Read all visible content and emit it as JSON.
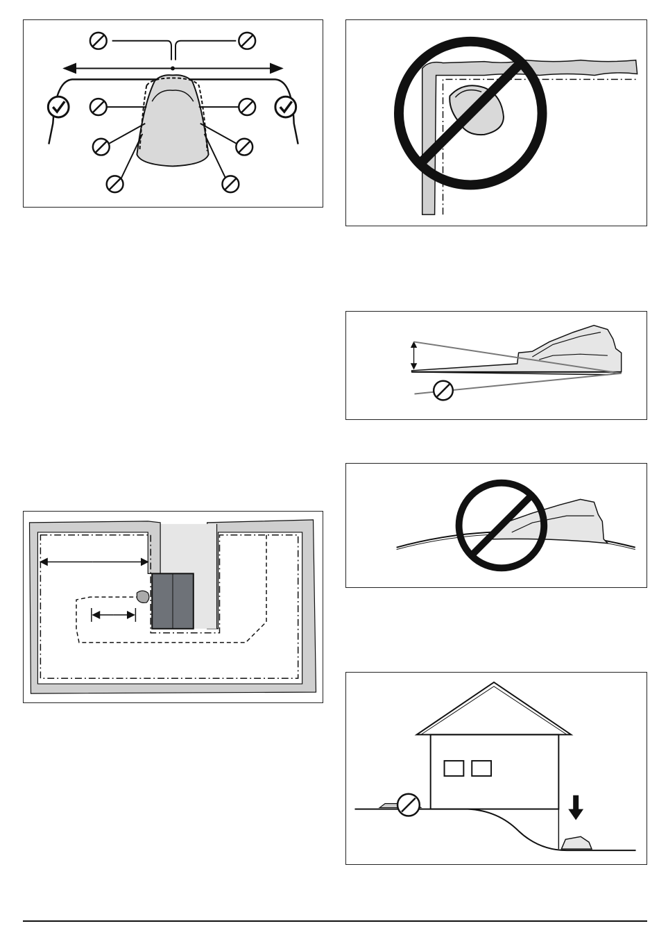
{
  "page": {
    "figures": [
      {
        "id": "charging-station-approach",
        "icons": [
          "prohibited-icon",
          "check-icon"
        ]
      },
      {
        "id": "no-corner-placement",
        "icons": [
          "prohibition-sign-icon"
        ]
      },
      {
        "id": "tilted-mower",
        "icons": [
          "prohibited-icon"
        ]
      },
      {
        "id": "no-convex-ground",
        "icons": [
          "prohibition-sign-icon"
        ]
      },
      {
        "id": "garden-layout-distances",
        "icons": []
      },
      {
        "id": "house-slope",
        "icons": [
          "prohibited-icon",
          "down-arrow-icon"
        ]
      }
    ]
  },
  "colors": {
    "line": "#111111",
    "station_fill": "#d9d9d9",
    "hedge_fill": "#cfcfcf",
    "house_building_fill": "#6e7278",
    "light_grey": "#e6e6e6"
  }
}
